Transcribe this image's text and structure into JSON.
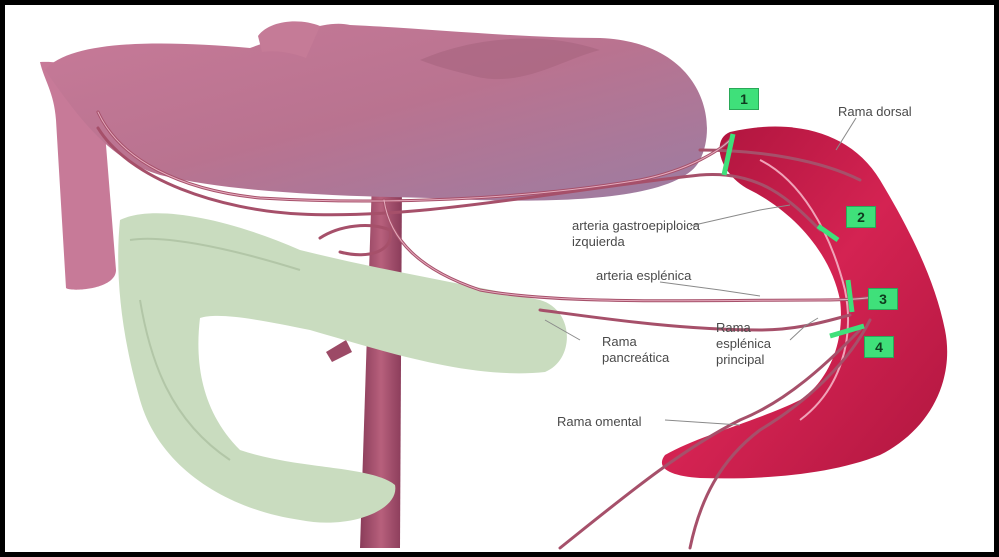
{
  "diagram": {
    "labels": {
      "rama_dorsal": "Rama dorsal",
      "gastroepiploica_1": "arteria gastroepiploica",
      "gastroepiploica_2": "izquierda",
      "esplenica": "arteria esplénica",
      "esplenica_principal_1": "Rama",
      "esplenica_principal_2": "esplénica",
      "esplenica_principal_3": "principal",
      "pancreatica_1": "Rama",
      "pancreatica_2": "pancreática",
      "omental": "Rama omental"
    },
    "markers": [
      "1",
      "2",
      "3",
      "4"
    ],
    "colors": {
      "stomach": "#b9738f",
      "spleen": "#c81b45",
      "pancreas": "#c9dcbf",
      "vessels": "#a6506a",
      "marker": "#3fe07a"
    }
  }
}
